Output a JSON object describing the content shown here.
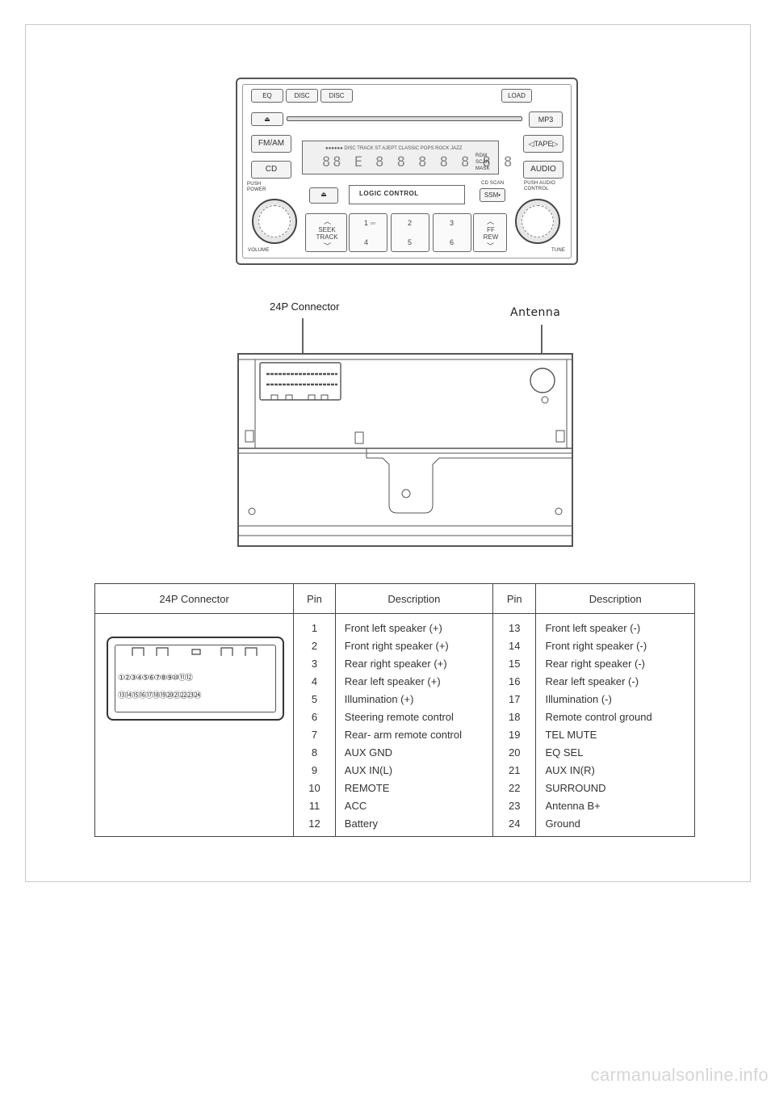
{
  "headunit": {
    "buttons": {
      "eq": "EQ",
      "disc_down": "DISC",
      "disc_up": "DISC",
      "load": "LOAD",
      "mp3": "MP3",
      "fm_am": "FM/AM",
      "tape": "◁TAPE▷",
      "cd": "CD",
      "audio": "AUDIO",
      "ssm": "SSM•",
      "seek_track": "SEEK TRACK",
      "ff_rew": "FF REW",
      "preset_1": "1 ▫▫",
      "preset_2": "2",
      "preset_3": "3",
      "preset_4": "4",
      "preset_5": "5",
      "preset_6": "6"
    },
    "labels": {
      "push_power": "PUSH POWER",
      "volume": "VOLUME",
      "tune": "TUNE",
      "push_audio_control": "PUSH AUDIO CONTROL",
      "cd_scan": "CD SCAN",
      "logic_control": "LOGIC CONTROL"
    },
    "display": {
      "segments": "●●●●●● DISC TRACK ST AJEPT CLASSIC POPS ROCK JAZZ",
      "digits": "88 E 8 8 8 8 8 8 8",
      "indicators": "RDM SCAN MASK"
    }
  },
  "callouts": {
    "connector": "24P Connector",
    "antenna": "Antenna"
  },
  "table": {
    "headers": {
      "connector": "24P Connector",
      "pin1": "Pin",
      "desc1": "Description",
      "pin2": "Pin",
      "desc2": "Description"
    },
    "connector_pins_top": "①②③④⑤⑥⑦⑧⑨⑩⑪⑫",
    "connector_pins_bottom": "⑬⑭⑮⑯⑰⑱⑲⑳㉑㉒㉓㉔",
    "left": [
      {
        "pin": "1",
        "desc": "Front left speaker (+)"
      },
      {
        "pin": "2",
        "desc": "Front right speaker (+)"
      },
      {
        "pin": "3",
        "desc": "Rear right speaker (+)"
      },
      {
        "pin": "4",
        "desc": "Rear left speaker (+)"
      },
      {
        "pin": "5",
        "desc": "Illumination (+)"
      },
      {
        "pin": "6",
        "desc": "Steering remote control"
      },
      {
        "pin": "7",
        "desc": "Rear- arm remote control"
      },
      {
        "pin": "8",
        "desc": "AUX GND"
      },
      {
        "pin": "9",
        "desc": "AUX IN(L)"
      },
      {
        "pin": "10",
        "desc": "REMOTE"
      },
      {
        "pin": "11",
        "desc": "ACC"
      },
      {
        "pin": "12",
        "desc": "Battery"
      }
    ],
    "right": [
      {
        "pin": "13",
        "desc": "Front left speaker (-)"
      },
      {
        "pin": "14",
        "desc": "Front right speaker (-)"
      },
      {
        "pin": "15",
        "desc": "Rear right speaker (-)"
      },
      {
        "pin": "16",
        "desc": "Rear left speaker (-)"
      },
      {
        "pin": "17",
        "desc": "Illumination (-)"
      },
      {
        "pin": "18",
        "desc": "Remote control ground"
      },
      {
        "pin": "19",
        "desc": "TEL MUTE"
      },
      {
        "pin": "20",
        "desc": "EQ SEL"
      },
      {
        "pin": "21",
        "desc": "AUX IN(R)"
      },
      {
        "pin": "22",
        "desc": "SURROUND"
      },
      {
        "pin": "23",
        "desc": "Antenna B+"
      },
      {
        "pin": "24",
        "desc": "Ground"
      }
    ]
  },
  "watermark": "carmanualsonline.info"
}
